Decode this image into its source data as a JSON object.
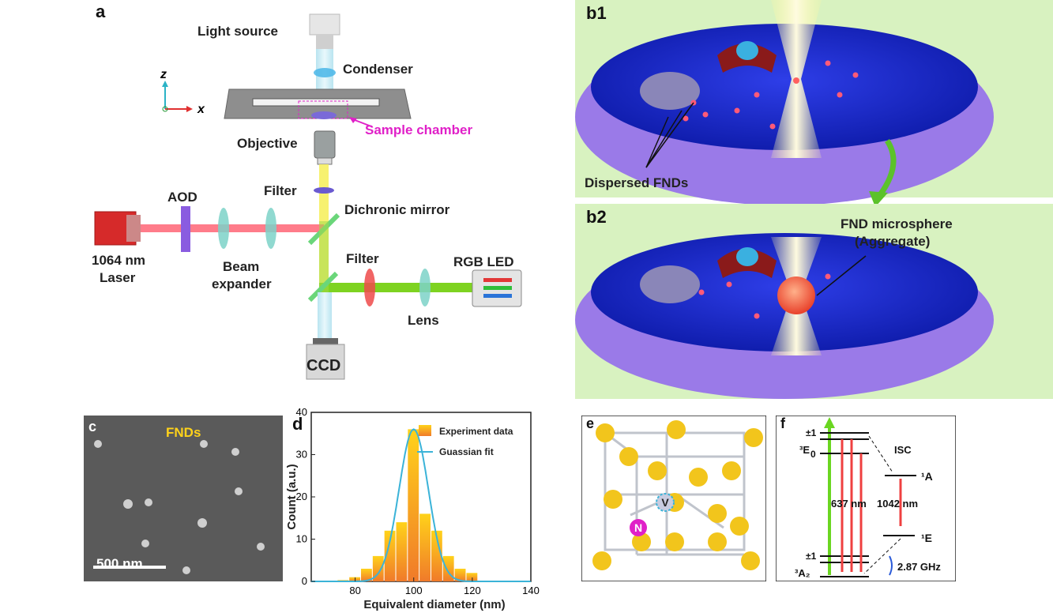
{
  "panels": {
    "a": "a",
    "b1": "b1",
    "b2": "b2",
    "c": "c",
    "d": "d",
    "e": "e",
    "f": "f"
  },
  "setup": {
    "light_source": "Light source",
    "condenser": "Condenser",
    "sample_chamber": "Sample chamber",
    "objective": "Objective",
    "filter_top": "Filter",
    "dichroic": "Dichronic mirror",
    "aod": "AOD",
    "laser_line1": "1064 nm",
    "laser_line2": "Laser",
    "beam_line1": "Beam",
    "beam_line2": "expander",
    "filter_mid": "Filter",
    "rgb_led": "RGB LED",
    "lens": "Lens",
    "ccd": "CCD",
    "axis_z": "z",
    "axis_x": "x"
  },
  "cell": {
    "dispersed": "Dispersed FNDs",
    "microsphere_line1": "FND microsphere",
    "microsphere_line2": "(Aggregate)"
  },
  "sem": {
    "label": "FNDs",
    "scale": "500 nm"
  },
  "chart_data": {
    "type": "bar",
    "xlabel": "Equivalent diameter (nm)",
    "ylabel": "Count (a.u.)",
    "xlim": [
      65,
      140
    ],
    "ylim": [
      0,
      40
    ],
    "xticks": [
      80,
      100,
      120,
      140
    ],
    "yticks": [
      0,
      10,
      20,
      30,
      40
    ],
    "bin_width": 4,
    "x": [
      76,
      80,
      84,
      88,
      92,
      96,
      100,
      104,
      108,
      112,
      116,
      120
    ],
    "values": [
      0.3,
      1,
      3,
      6,
      12,
      14,
      36,
      16,
      12,
      6,
      3,
      2
    ],
    "fit": {
      "name": "Guassian fit",
      "peak": 36,
      "center": 100,
      "sigma": 5
    },
    "legend": [
      "Experiment data",
      "Guassian fit"
    ],
    "legend_position": "top-right",
    "bar_color_top": "#ffd21a",
    "bar_color_bottom": "#f07a2a",
    "fit_color": "#3bb3d8"
  },
  "lattice": {
    "vacancy": "V",
    "nitrogen": "N"
  },
  "levels": {
    "e3": "³E",
    "pm1_top": "±1",
    "zero_top": "0",
    "isc": "ISC",
    "a1": "¹A",
    "nm637": "637 nm",
    "nm1042": "1042 nm",
    "e1": "¹E",
    "pm1_bot": "±1",
    "a2": "³A₂",
    "ghz": "2.87 GHz"
  }
}
